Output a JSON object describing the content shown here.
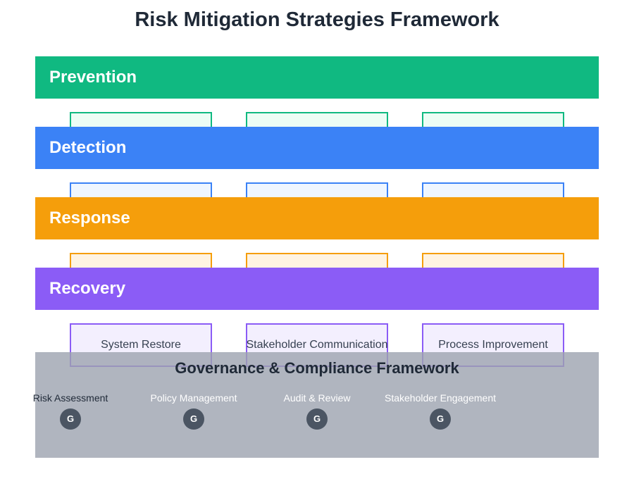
{
  "title": "Risk Mitigation Strategies Framework",
  "colors": {
    "prevention": "#10b981",
    "detection": "#3b82f6",
    "response": "#f59e0b",
    "recovery": "#8b5cf6",
    "governance": "#9ca3af"
  },
  "layers": [
    {
      "label": "Prevention"
    },
    {
      "label": "Detection"
    },
    {
      "label": "Response"
    },
    {
      "label": "Recovery",
      "items": [
        "System Restore",
        "Stakeholder Communication",
        "Process Improvement"
      ]
    }
  ],
  "governance": {
    "title": "Governance & Compliance Framework",
    "items": [
      {
        "label": "Risk Assessment",
        "badge": "G"
      },
      {
        "label": "Policy Management",
        "badge": "G"
      },
      {
        "label": "Audit & Review",
        "badge": "G"
      },
      {
        "label": "Stakeholder Engagement",
        "badge": "G"
      }
    ]
  }
}
